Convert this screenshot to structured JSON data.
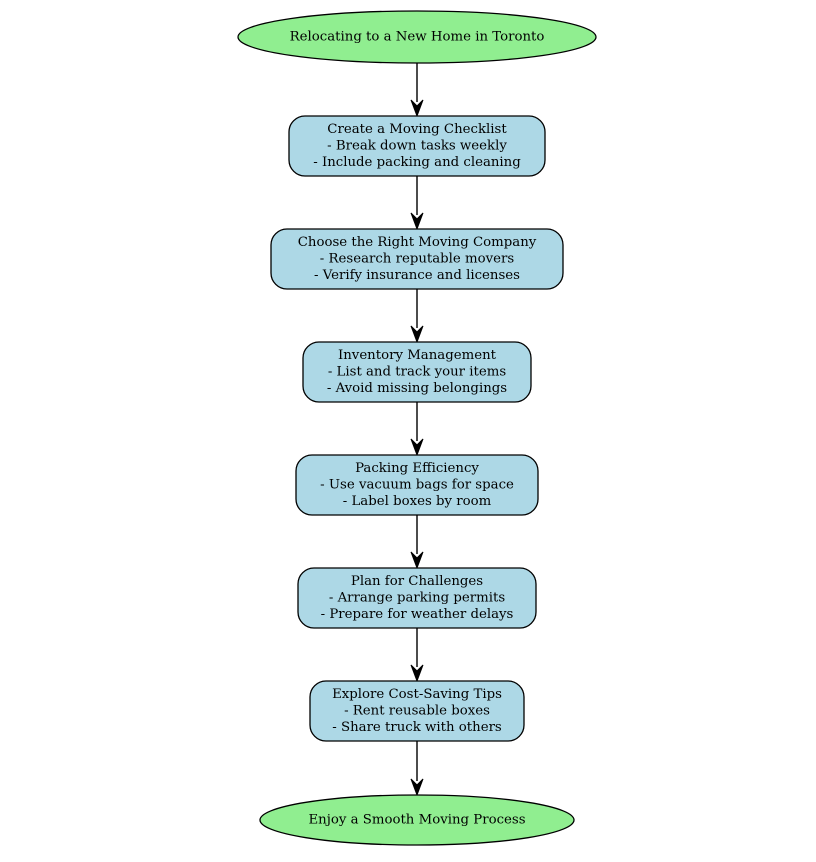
{
  "diagram": {
    "colors": {
      "terminal_fill": "#90ee90",
      "step_fill": "#add8e6",
      "stroke": "#000000",
      "edge": "#000000"
    },
    "nodes": [
      {
        "id": "start",
        "shape": "ellipse",
        "lines": [
          "Relocating to a New Home in Toronto"
        ]
      },
      {
        "id": "checklist",
        "shape": "rounded-box",
        "lines": [
          "Create a Moving Checklist",
          "- Break down tasks weekly",
          "- Include packing and cleaning"
        ]
      },
      {
        "id": "moving-company",
        "shape": "rounded-box",
        "lines": [
          "Choose the Right Moving Company",
          "- Research reputable movers",
          "- Verify insurance and licenses"
        ]
      },
      {
        "id": "inventory",
        "shape": "rounded-box",
        "lines": [
          "Inventory Management",
          "- List and track your items",
          "- Avoid missing belongings"
        ]
      },
      {
        "id": "packing",
        "shape": "rounded-box",
        "lines": [
          "Packing Efficiency",
          "- Use vacuum bags for space",
          "- Label boxes by room"
        ]
      },
      {
        "id": "challenges",
        "shape": "rounded-box",
        "lines": [
          "Plan for Challenges",
          "- Arrange parking permits",
          "- Prepare for weather delays"
        ]
      },
      {
        "id": "cost-saving",
        "shape": "rounded-box",
        "lines": [
          "Explore Cost-Saving Tips",
          "- Rent reusable boxes",
          "- Share truck with others"
        ]
      },
      {
        "id": "end",
        "shape": "ellipse",
        "lines": [
          "Enjoy a Smooth Moving Process"
        ]
      }
    ],
    "edges": [
      {
        "from": "start",
        "to": "checklist"
      },
      {
        "from": "checklist",
        "to": "moving-company"
      },
      {
        "from": "moving-company",
        "to": "inventory"
      },
      {
        "from": "inventory",
        "to": "packing"
      },
      {
        "from": "packing",
        "to": "challenges"
      },
      {
        "from": "challenges",
        "to": "cost-saving"
      },
      {
        "from": "cost-saving",
        "to": "end"
      }
    ]
  }
}
